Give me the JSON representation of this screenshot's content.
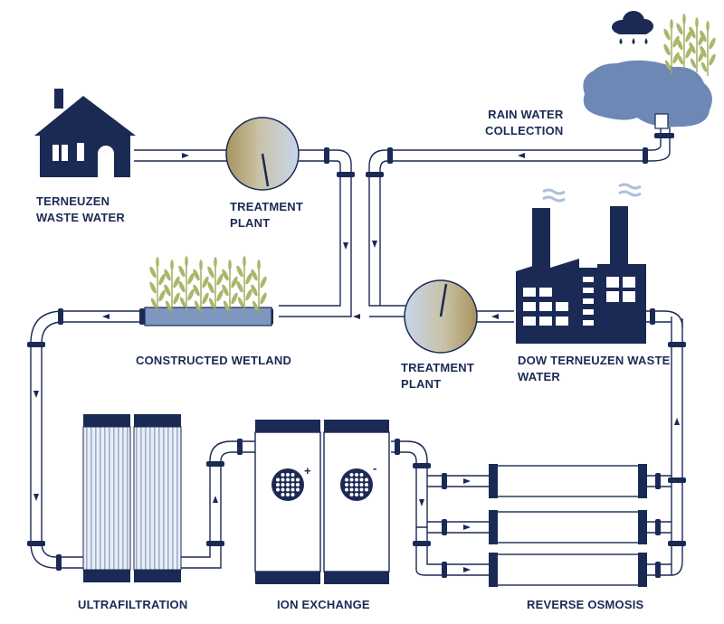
{
  "labels": {
    "terneuzen_waste_water": [
      "TERNEUZEN",
      "WASTE WATER"
    ],
    "treatment_plant_top": [
      "TREATMENT",
      "PLANT"
    ],
    "rain_water_collection": [
      "RAIN WATER",
      "COLLECTION"
    ],
    "constructed_wetland": "CONSTRUCTED WETLAND",
    "treatment_plant_bottom": [
      "TREATMENT",
      "PLANT"
    ],
    "dow_terneuzen_waste_water": [
      "DOW TERNEUZEN WASTE",
      "WATER"
    ],
    "ultrafiltration": "ULTRAFILTRATION",
    "ion_exchange": "ION EXCHANGE",
    "reverse_osmosis": "REVERSE OSMOSIS"
  },
  "ion_charges": [
    "+",
    "-"
  ],
  "colors": {
    "navy": "#1b2a55",
    "water_blue": "#6d88b5",
    "plant_green": "#a7b86a",
    "gauge_tan": "#b59f6a",
    "gauge_blue": "#c6d3e8",
    "smoke": "#aebfdc"
  }
}
